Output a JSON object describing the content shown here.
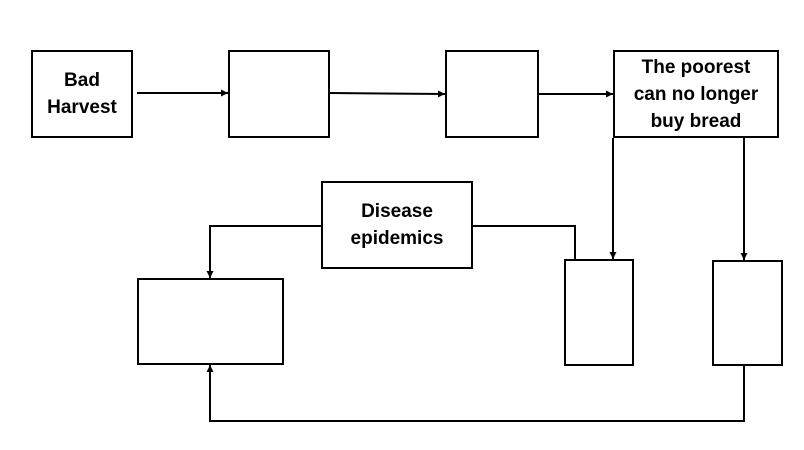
{
  "diagram": {
    "boxes": {
      "bad_harvest": {
        "label": "Bad\nHarvest"
      },
      "blank_top_1": {
        "label": ""
      },
      "blank_top_2": {
        "label": ""
      },
      "poorest": {
        "label": "The poorest\ncan no longer\nbuy bread"
      },
      "disease": {
        "label": "Disease\nepidemics"
      },
      "blank_bottom_left": {
        "label": ""
      },
      "blank_bottom_mid": {
        "label": ""
      },
      "blank_bottom_right": {
        "label": ""
      }
    },
    "line_color": "#000000",
    "border_color": "#000000"
  }
}
